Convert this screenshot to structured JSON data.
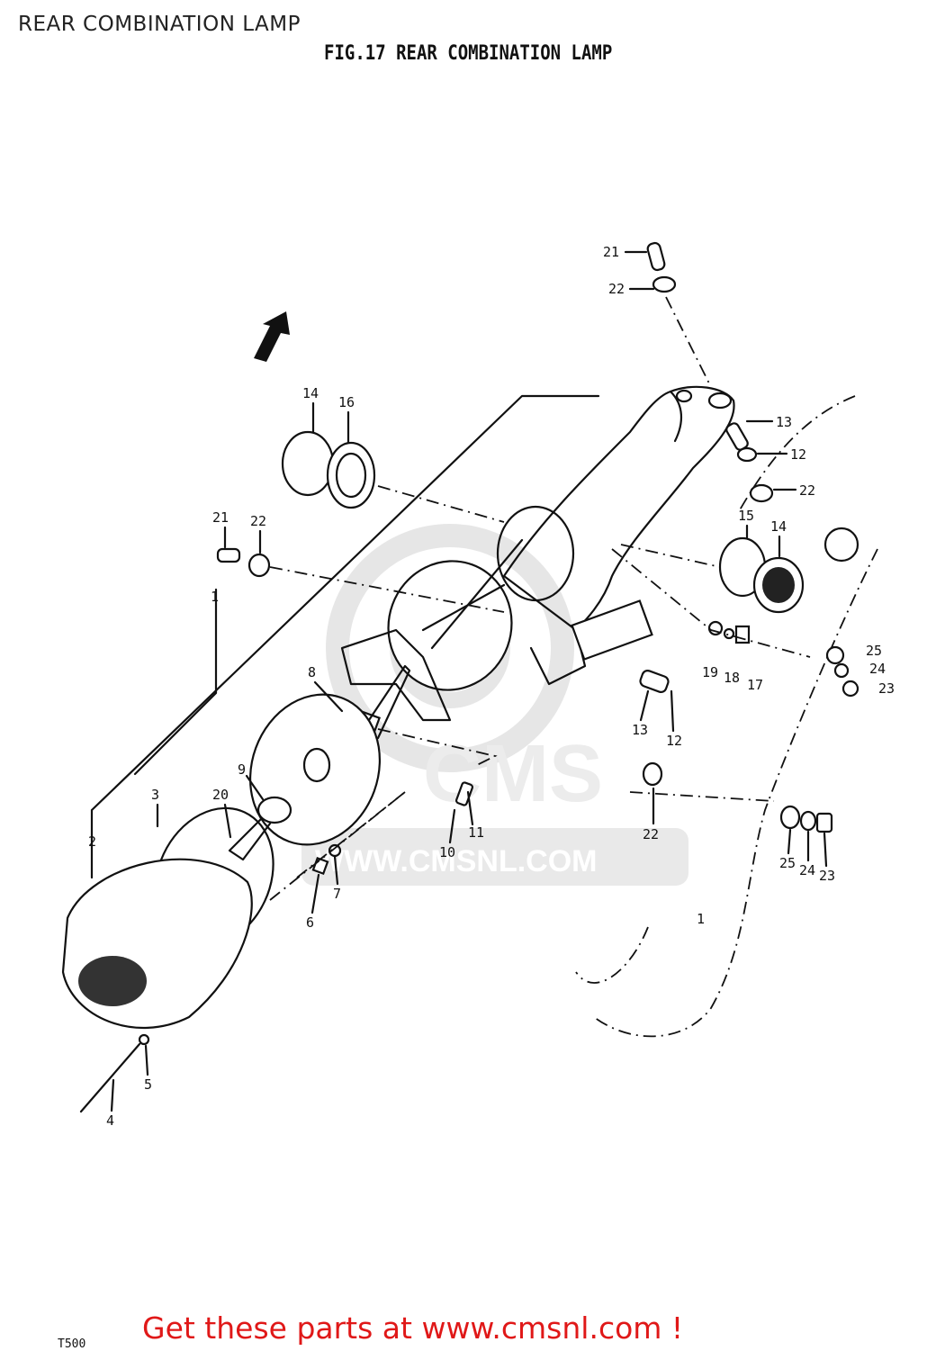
{
  "page_title": "REAR COMBINATION LAMP",
  "fig_title": "FIG.17  REAR COMBINATION LAMP",
  "watermark": "WWW.CMSNL.COM",
  "watermark_logo": "CMS",
  "footer": "Get these parts at www.cmsnl.com !",
  "model_code": "T500",
  "parts": [
    {
      "id": "l21a",
      "text": "21"
    },
    {
      "id": "l22a",
      "text": "22"
    },
    {
      "id": "l13a",
      "text": "13"
    },
    {
      "id": "l12a",
      "text": "12"
    },
    {
      "id": "l22b",
      "text": "22"
    },
    {
      "id": "l14a",
      "text": "14"
    },
    {
      "id": "l16",
      "text": "16"
    },
    {
      "id": "l21b",
      "text": "21"
    },
    {
      "id": "l22c",
      "text": "22"
    },
    {
      "id": "l15",
      "text": "15"
    },
    {
      "id": "l14b",
      "text": "14"
    },
    {
      "id": "l1a",
      "text": "1"
    },
    {
      "id": "l8",
      "text": "8"
    },
    {
      "id": "l19",
      "text": "19"
    },
    {
      "id": "l18",
      "text": "18"
    },
    {
      "id": "l17",
      "text": "17"
    },
    {
      "id": "l25a",
      "text": "25"
    },
    {
      "id": "l24a",
      "text": "24"
    },
    {
      "id": "l23a",
      "text": "23"
    },
    {
      "id": "l13b",
      "text": "13"
    },
    {
      "id": "l12b",
      "text": "12"
    },
    {
      "id": "l9",
      "text": "9"
    },
    {
      "id": "l3",
      "text": "3"
    },
    {
      "id": "l20",
      "text": "20"
    },
    {
      "id": "l2",
      "text": "2"
    },
    {
      "id": "l10",
      "text": "10"
    },
    {
      "id": "l11",
      "text": "11"
    },
    {
      "id": "l22d",
      "text": "22"
    },
    {
      "id": "l7",
      "text": "7"
    },
    {
      "id": "l6",
      "text": "6"
    },
    {
      "id": "l25b",
      "text": "25"
    },
    {
      "id": "l24b",
      "text": "24"
    },
    {
      "id": "l23b",
      "text": "23"
    },
    {
      "id": "l1b",
      "text": "1"
    },
    {
      "id": "l5",
      "text": "5"
    },
    {
      "id": "l4",
      "text": "4"
    }
  ]
}
